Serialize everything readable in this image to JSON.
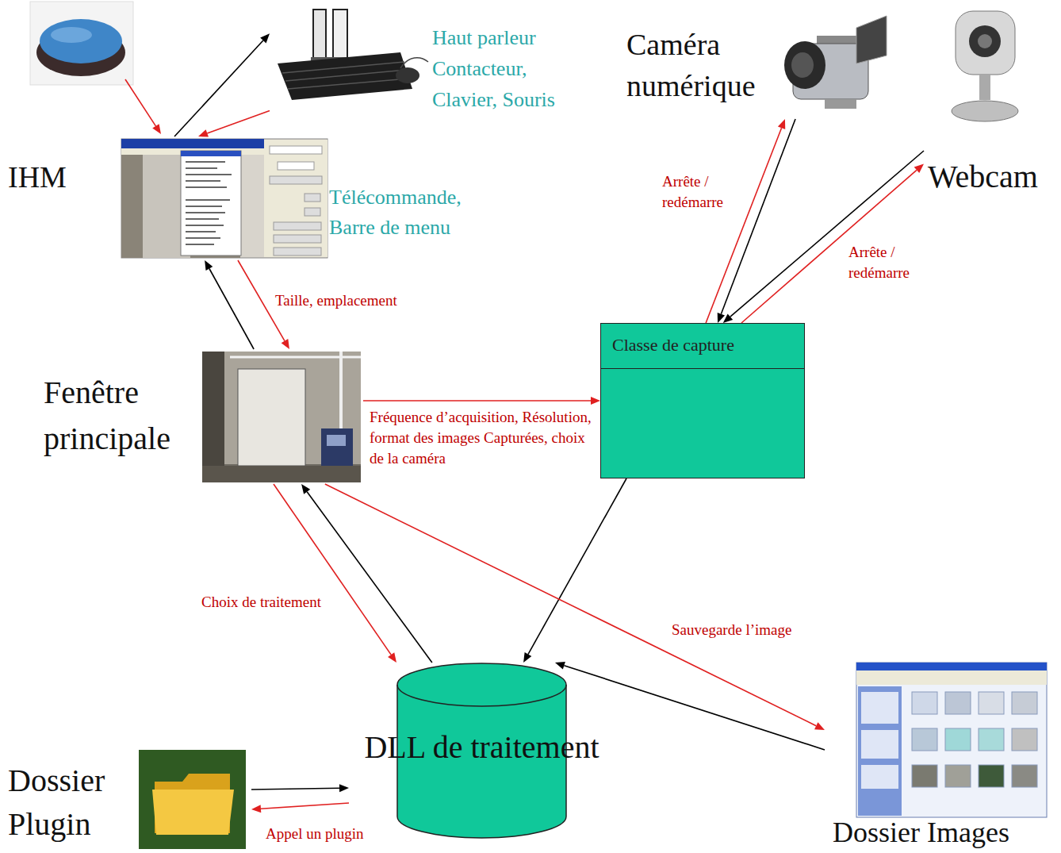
{
  "diagram": {
    "nodes": [
      {
        "text": [
          "Haut parleur Contacteur, Clavier, Souris"
        ]
      },
      {
        "text": [
          "Caméra numérique"
        ]
      },
      {
        "text": [
          "Webcam"
        ]
      },
      {
        "text": [
          "IHM",
          "Télécommande, Barre de menu"
        ]
      },
      {
        "text": [
          "Fenêtre principale"
        ]
      },
      {
        "text": [
          "Classe de capture"
        ]
      },
      {
        "text": [
          "DLL de traitement"
        ]
      },
      {
        "text": [
          "Dossier Plugin"
        ]
      },
      {
        "text": [
          "Dossier Images"
        ]
      }
    ],
    "edges": [
      {
        "from": 3,
        "to": 0,
        "arrow": "to"
      },
      {
        "from": 0,
        "to": 3,
        "arrow": "to"
      },
      {
        "from": 3,
        "to": 4,
        "label": "Taille, emplacement",
        "arrow": "to"
      },
      {
        "from": 4,
        "to": 3,
        "arrow": "to"
      },
      {
        "from": 4,
        "to": 5,
        "label": "Fréquence d’acquisition, Résolution, format des images Capturées, choix de la caméra",
        "arrow": "to"
      },
      {
        "from": 5,
        "to": 1,
        "label": "Arrête / redémarre",
        "arrow": "to"
      },
      {
        "from": 1,
        "to": 5,
        "arrow": "to"
      },
      {
        "from": 2,
        "to": 5,
        "arrow": "to"
      },
      {
        "from": 5,
        "to": 2,
        "label": "Arrête / redémarre",
        "arrow": "to"
      },
      {
        "from": 5,
        "to": 6,
        "arrow": "to"
      },
      {
        "from": 4,
        "to": 6,
        "label": "Choix de traitement",
        "arrow": "to"
      },
      {
        "from": 6,
        "to": 4,
        "arrow": "to"
      },
      {
        "from": 4,
        "to": 8,
        "label": "Sauvegarde l’image",
        "arrow": "to"
      },
      {
        "from": 8,
        "to": 6,
        "arrow": "to"
      },
      {
        "from": 7,
        "to": 6,
        "arrow": "to"
      },
      {
        "from": 6,
        "to": 7,
        "label": "Appel un plugin",
        "arrow": "to"
      }
    ]
  }
}
